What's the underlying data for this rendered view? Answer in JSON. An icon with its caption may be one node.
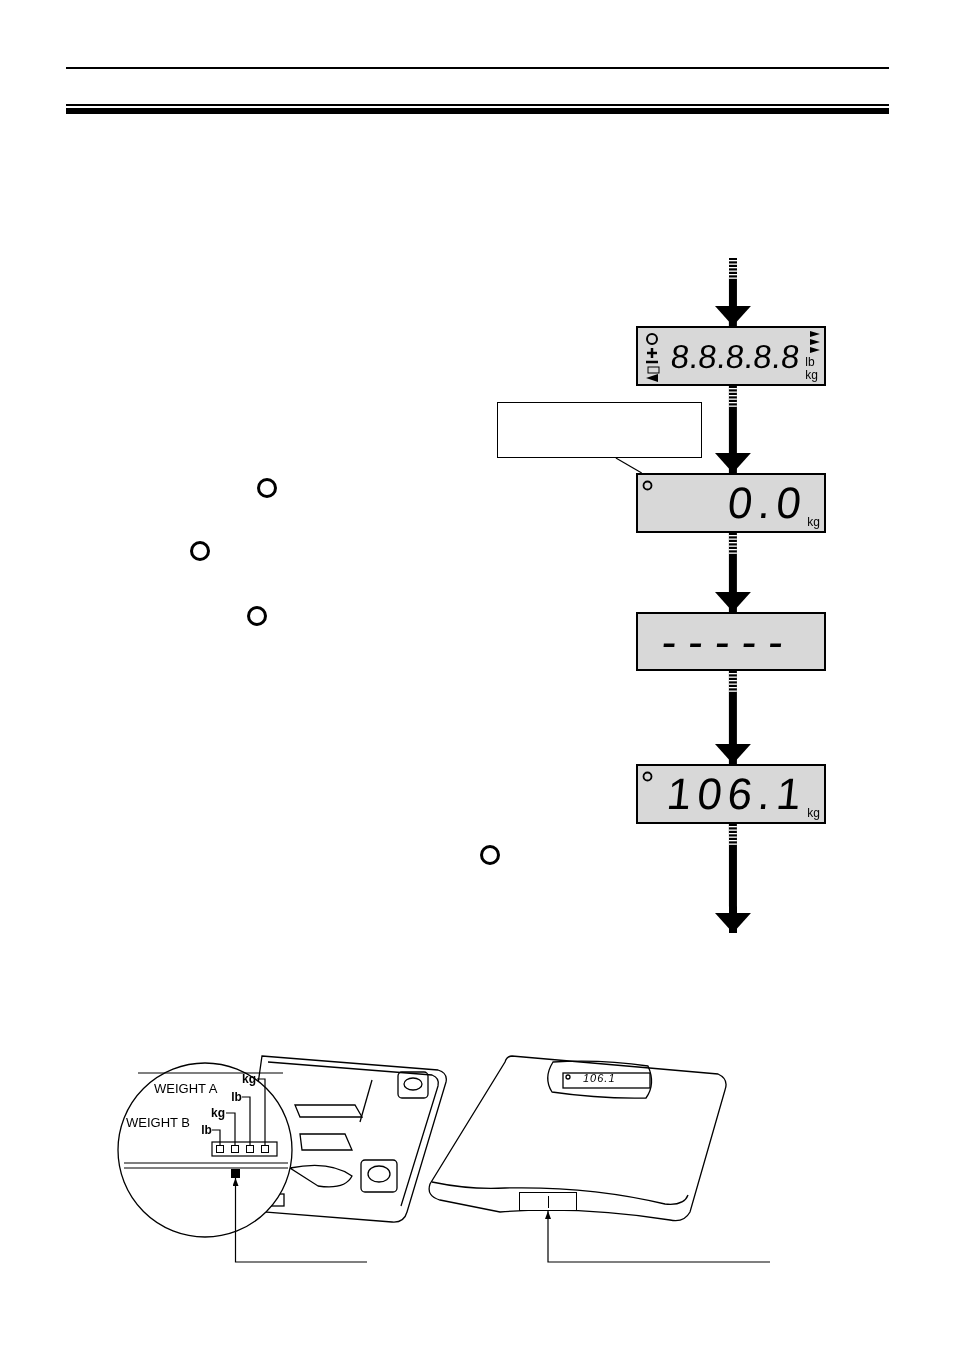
{
  "diagram": {
    "nodes": [
      {
        "text": [
          "8.8.8.8.8",
          "lb",
          "kg"
        ]
      },
      {
        "text": [],
        "shape": "box"
      },
      {
        "text": [
          "0.0",
          "kg"
        ]
      },
      {
        "text": [
          "-----"
        ]
      },
      {
        "text": [
          "106.1",
          "kg"
        ]
      },
      {
        "text": [
          "kg"
        ]
      },
      {
        "text": [
          "lb"
        ]
      },
      {
        "text": [
          "kg"
        ]
      },
      {
        "text": [
          "lb"
        ]
      },
      {
        "text": [],
        "shape": "box"
      },
      {
        "text": [],
        "shape": "box"
      },
      {
        "text": [],
        "shape": "box"
      },
      {
        "text": [],
        "shape": "box"
      },
      {
        "text": [],
        "shape": "box"
      },
      {
        "text": [],
        "shape": "box"
      }
    ],
    "edges": [
      {
        "from": null,
        "to": 0,
        "arrow": "to",
        "style": "thick"
      },
      {
        "from": 0,
        "to": 2,
        "arrow": "to",
        "style": "thick"
      },
      {
        "from": 1,
        "to": 2,
        "arrow": "none"
      },
      {
        "from": 2,
        "to": 3,
        "arrow": "to",
        "style": "thick"
      },
      {
        "from": 3,
        "to": 4,
        "arrow": "to",
        "style": "thick"
      },
      {
        "from": 4,
        "to": null,
        "arrow": "to",
        "style": "thick"
      },
      {
        "from": 5,
        "to": 12,
        "arrow": "none"
      },
      {
        "from": 6,
        "to": 11,
        "arrow": "none"
      },
      {
        "from": 7,
        "to": 10,
        "arrow": "none"
      },
      {
        "from": 8,
        "to": 9,
        "arrow": "none"
      },
      {
        "from": null,
        "to": 13,
        "arrow": "to"
      },
      {
        "from": null,
        "to": 14,
        "arrow": "to"
      }
    ],
    "labels": [
      "WEIGHT A",
      "WEIGHT B",
      "106.1"
    ]
  }
}
